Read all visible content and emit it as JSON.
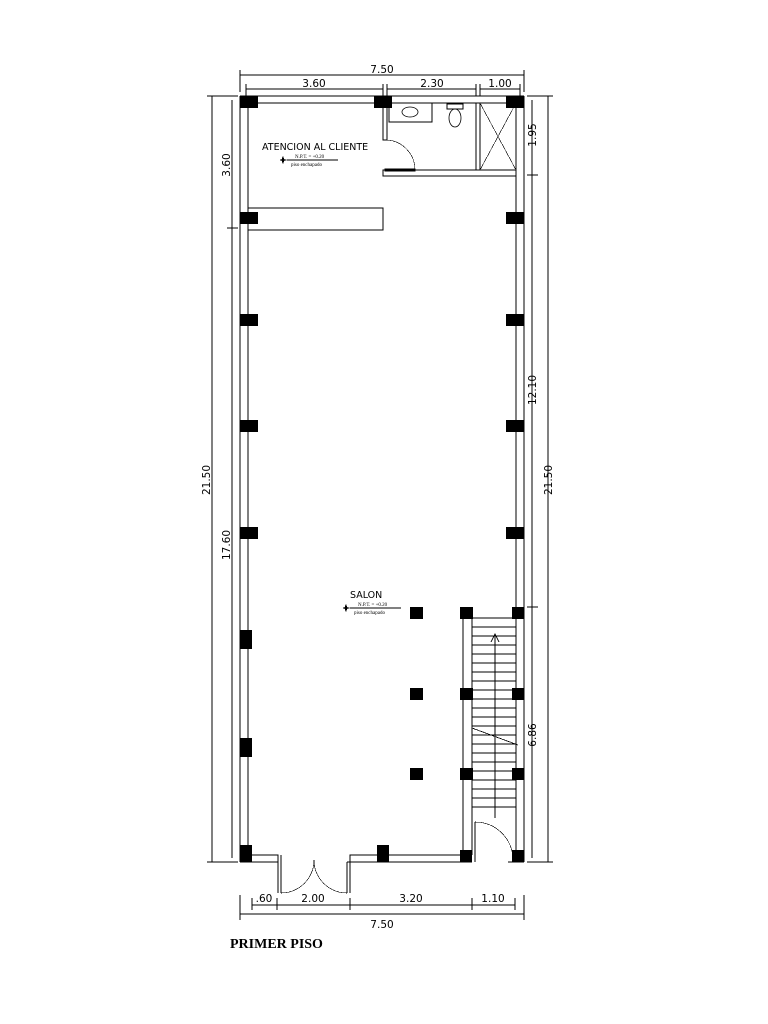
{
  "title": "PRIMER PISO",
  "rooms": {
    "atencion": {
      "name": "ATENCION AL CLIENTE",
      "level": "N.P.T. = +0.20",
      "finish": "piso enchapado"
    },
    "salon": {
      "name": "SALON",
      "level": "N.P.T. = +0.20",
      "finish": "piso enchapado"
    }
  },
  "dimensions": {
    "top_total": "7.50",
    "top_segments": [
      "3.60",
      "2.30",
      "1.00"
    ],
    "left_total": "21.50",
    "left_segments": [
      "3.60",
      "17.60"
    ],
    "right_total": "21.50",
    "right_segments": [
      "1.95",
      "12.10",
      "6.86"
    ],
    "bottom_segments": [
      ".60",
      "2.00",
      "3.20",
      "1.10"
    ],
    "bottom_total": "7.50"
  }
}
